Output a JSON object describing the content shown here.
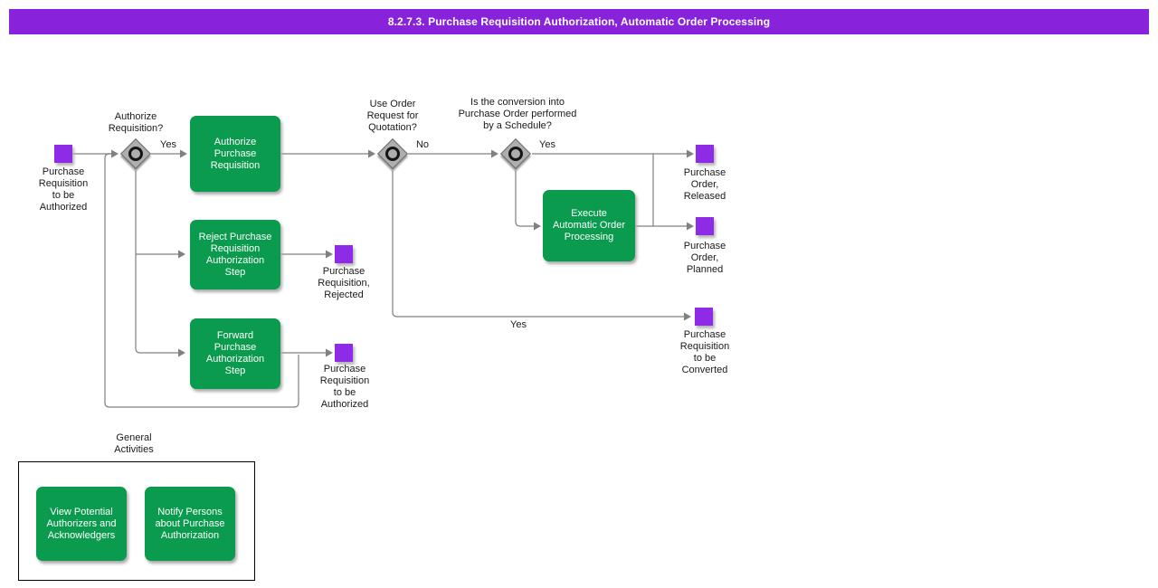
{
  "header": {
    "title": "8.2.7.3. Purchase Requisition Authorization, Automatic Order Processing"
  },
  "colors": {
    "header-purple": "#8822DB",
    "event-purple": "#8E2BE6",
    "task-green": "#0A9B4E",
    "connector-gray": "#808080",
    "gateway-fill": "#AEAEAE",
    "gateway-border": "#6B6B6B"
  },
  "diagram": {
    "events": {
      "start": "Purchase\nRequisition\nto be\nAuthorized",
      "rejected": "Purchase\nRequisition,\nRejected",
      "authorized_loop": "Purchase\nRequisition\nto be\nAuthorized",
      "order_released": "Purchase\nOrder,\nReleased",
      "order_planned": "Purchase\nOrder,\nPlanned",
      "to_be_converted": "Purchase\nRequisition\nto be\nConverted"
    },
    "gateways": {
      "authorize": "Authorize\nRequisition?",
      "quotation": "Use Order\nRequest for\nQuotation?",
      "schedule": "Is the conversion into\nPurchase Order performed\nby a Schedule?"
    },
    "tasks": {
      "authorize": "Authorize\nPurchase\nRequisition",
      "reject": "Reject Purchase\nRequisition\nAuthorization\nStep",
      "forward": "Forward\nPurchase\nAuthorization\nStep",
      "execute": "Execute\nAutomatic Order\nProcessing"
    },
    "edge_labels": {
      "authorize_yes": "Yes",
      "quotation_no": "No",
      "schedule_yes": "Yes",
      "quotation_yes": "Yes"
    }
  },
  "general_activities": {
    "label": "General\nActivities",
    "tasks": {
      "view": "View Potential\nAuthorizers and\nAcknowledgers",
      "notify": "Notify Persons\nabout Purchase\nAuthorization"
    }
  }
}
